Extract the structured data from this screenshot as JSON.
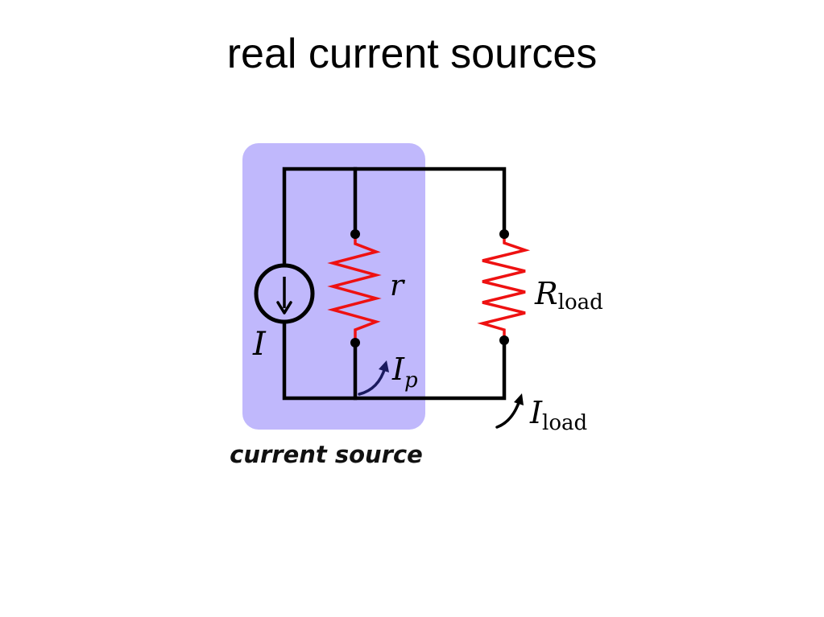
{
  "slide": {
    "title": "real current sources"
  },
  "diagram": {
    "box_caption": "current source",
    "source_label": "I",
    "internal_resistor_label": "r",
    "load_resistor_label_main": "R",
    "load_resistor_label_sub": "load",
    "internal_current_label_main": "I",
    "internal_current_label_sub": "p",
    "load_current_label_main": "I",
    "load_current_label_sub": "load"
  },
  "colors": {
    "box_fill": "#c0b8fc",
    "wire": "#000000",
    "resistor": "#ee1111",
    "current_arrow": "#1a1a5e"
  }
}
